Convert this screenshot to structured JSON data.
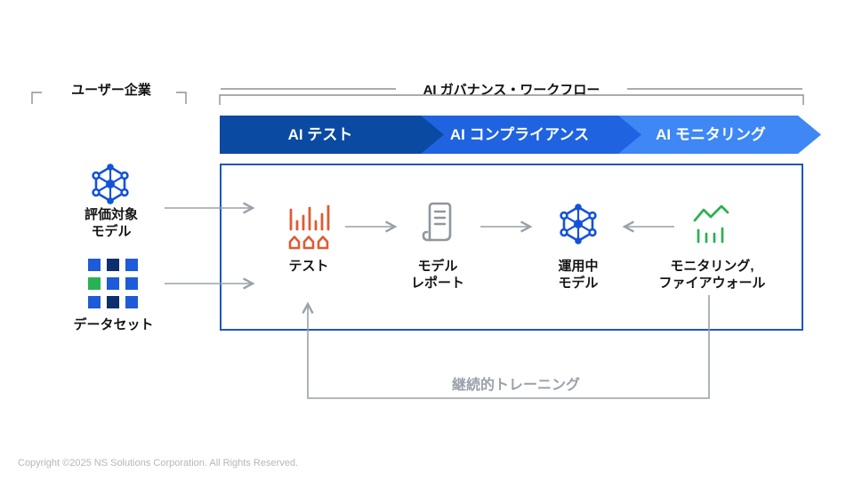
{
  "user_company": {
    "title": "ユーザー企業",
    "model": {
      "icon": "model-network-icon",
      "label_line1": "評価対象",
      "label_line2": "モデル"
    },
    "dataset": {
      "icon": "dataset-grid-icon",
      "label": "データセット"
    }
  },
  "workflow": {
    "title": "AI ガバナンス・ワークフロー",
    "stages": [
      {
        "label": "AI テスト",
        "color": "#0b4aa2"
      },
      {
        "label": "AI コンプライアンス",
        "color": "#1f63e0"
      },
      {
        "label": "AI モニタリング",
        "color": "#3e87f5"
      }
    ],
    "steps": [
      {
        "icon": "test-bars-icon",
        "label": "テスト",
        "color": "#e05a33"
      },
      {
        "icon": "model-report-scroll-icon",
        "label_line1": "モデル",
        "label_line2": "レポート",
        "color": "#8f969e"
      },
      {
        "icon": "operating-model-network-icon",
        "label_line1": "運用中",
        "label_line2": "モデル",
        "color": "#1553d6"
      },
      {
        "icon": "monitoring-chart-icon",
        "label_line1": "モニタリング,",
        "label_line2": "ファイアウォール",
        "color": "#2cb050"
      }
    ],
    "feedback": {
      "label": "継続的トレーニング"
    }
  },
  "footer": {
    "copyright": "Copyright ©2025 NS Solutions Corporation. All Rights Reserved."
  },
  "colors": {
    "box_border_blue": "#1d57c2",
    "dataset_blue": "#1d5bd8",
    "dataset_navy": "#0e2f6d",
    "dataset_green": "#27b353",
    "connector_gray": "#9aa1a8",
    "feedback_text_gray": "#99a1aa",
    "bracket_gray": "#8b9096"
  }
}
